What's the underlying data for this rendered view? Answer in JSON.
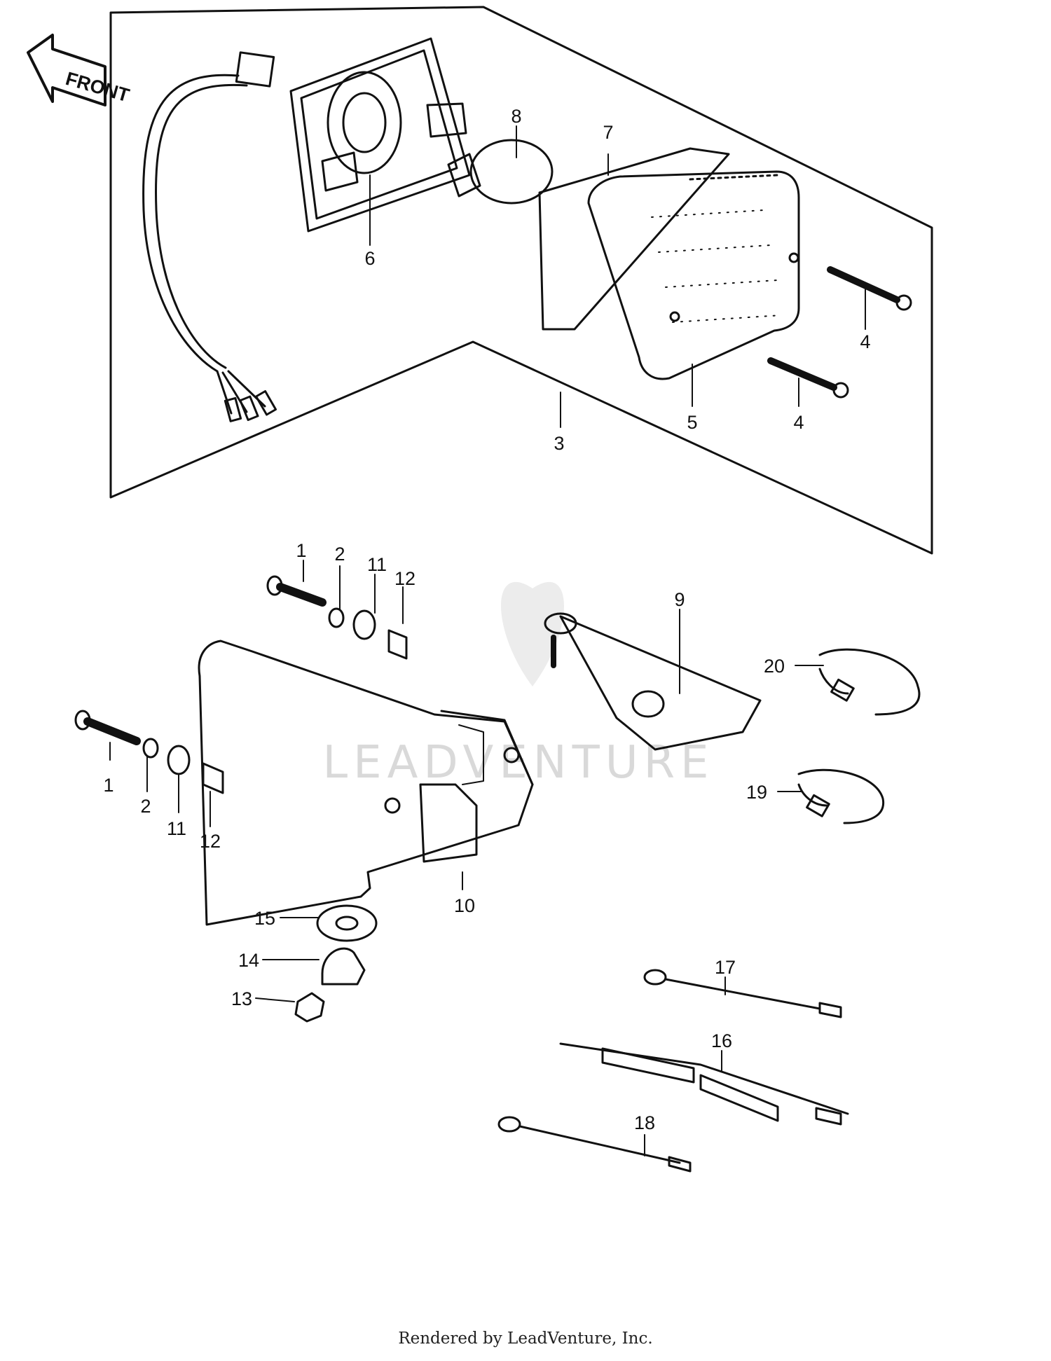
{
  "direction_label": "FRONT",
  "watermark": "LEADVENTURE",
  "footer": "Rendered by LeadVenture, Inc.",
  "callouts": [
    "1",
    "2",
    "3",
    "4",
    "5",
    "6",
    "7",
    "8",
    "9",
    "10",
    "11",
    "12",
    "13",
    "14",
    "15",
    "16",
    "17",
    "18",
    "19",
    "20"
  ]
}
